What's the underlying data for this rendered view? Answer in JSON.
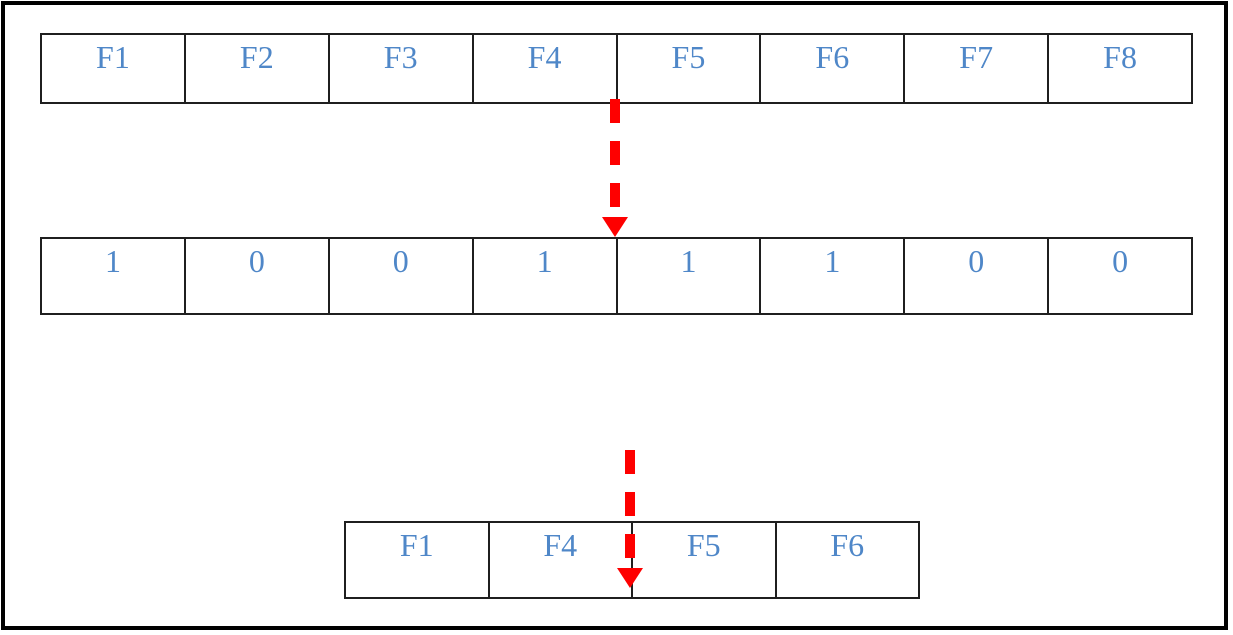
{
  "diagram": {
    "feature_row": {
      "cells": [
        "F1",
        "F2",
        "F3",
        "F4",
        "F5",
        "F6",
        "F7",
        "F8"
      ]
    },
    "mask_row": {
      "cells": [
        "1",
        "0",
        "0",
        "1",
        "1",
        "1",
        "0",
        "0"
      ]
    },
    "selected_row": {
      "cells": [
        "F1",
        "F4",
        "F5",
        "F6"
      ]
    },
    "arrows": [
      {
        "name": "mask-mapping-arrow",
        "direction": "down",
        "style": "dashed"
      },
      {
        "name": "selection-mapping-arrow",
        "direction": "down",
        "style": "dashed"
      }
    ],
    "colors": {
      "label_text": "#4f87c8",
      "arrow": "#fe0000",
      "table_border": "#1f1f1f",
      "frame_border": "#000000",
      "background": "#ffffff"
    }
  }
}
